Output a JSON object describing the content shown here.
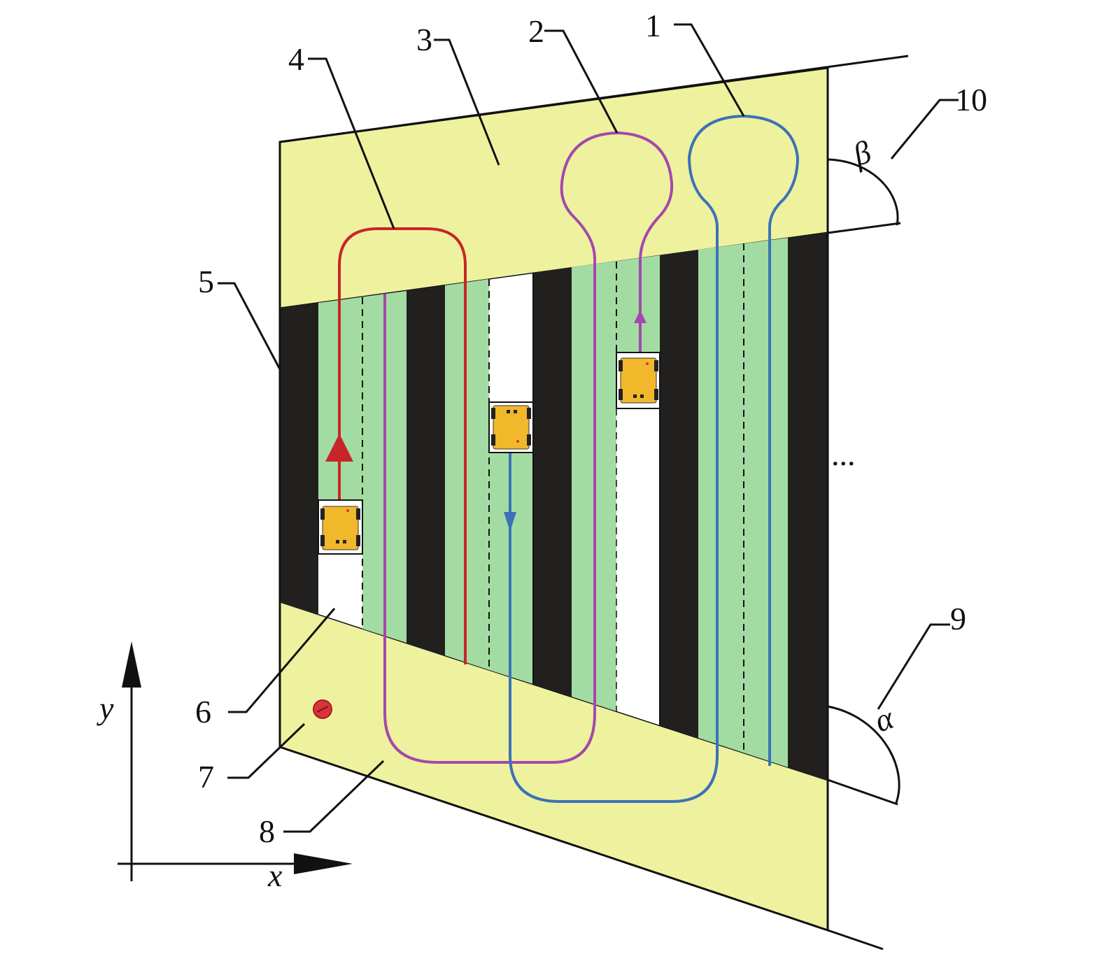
{
  "labels": {
    "l1": "1",
    "l2": "2",
    "l3": "3",
    "l4": "4",
    "l5": "5",
    "l6": "6",
    "l7": "7",
    "l8": "8",
    "l9": "9",
    "l10": "10"
  },
  "axes": {
    "x": "x",
    "y": "y"
  },
  "angles": {
    "alpha": "α",
    "beta": "β"
  },
  "ellipsis": "...",
  "colors": {
    "headland": "#eef29e",
    "crop": "#a3dca3",
    "soil": "#221f1f",
    "path1": "#3b72b8",
    "path2": "#a548ad",
    "path4": "#c8252a",
    "robot": "#f2b82c",
    "marker": "#d93339"
  },
  "legend_icons": [
    "robot-icon",
    "start-point-icon"
  ]
}
